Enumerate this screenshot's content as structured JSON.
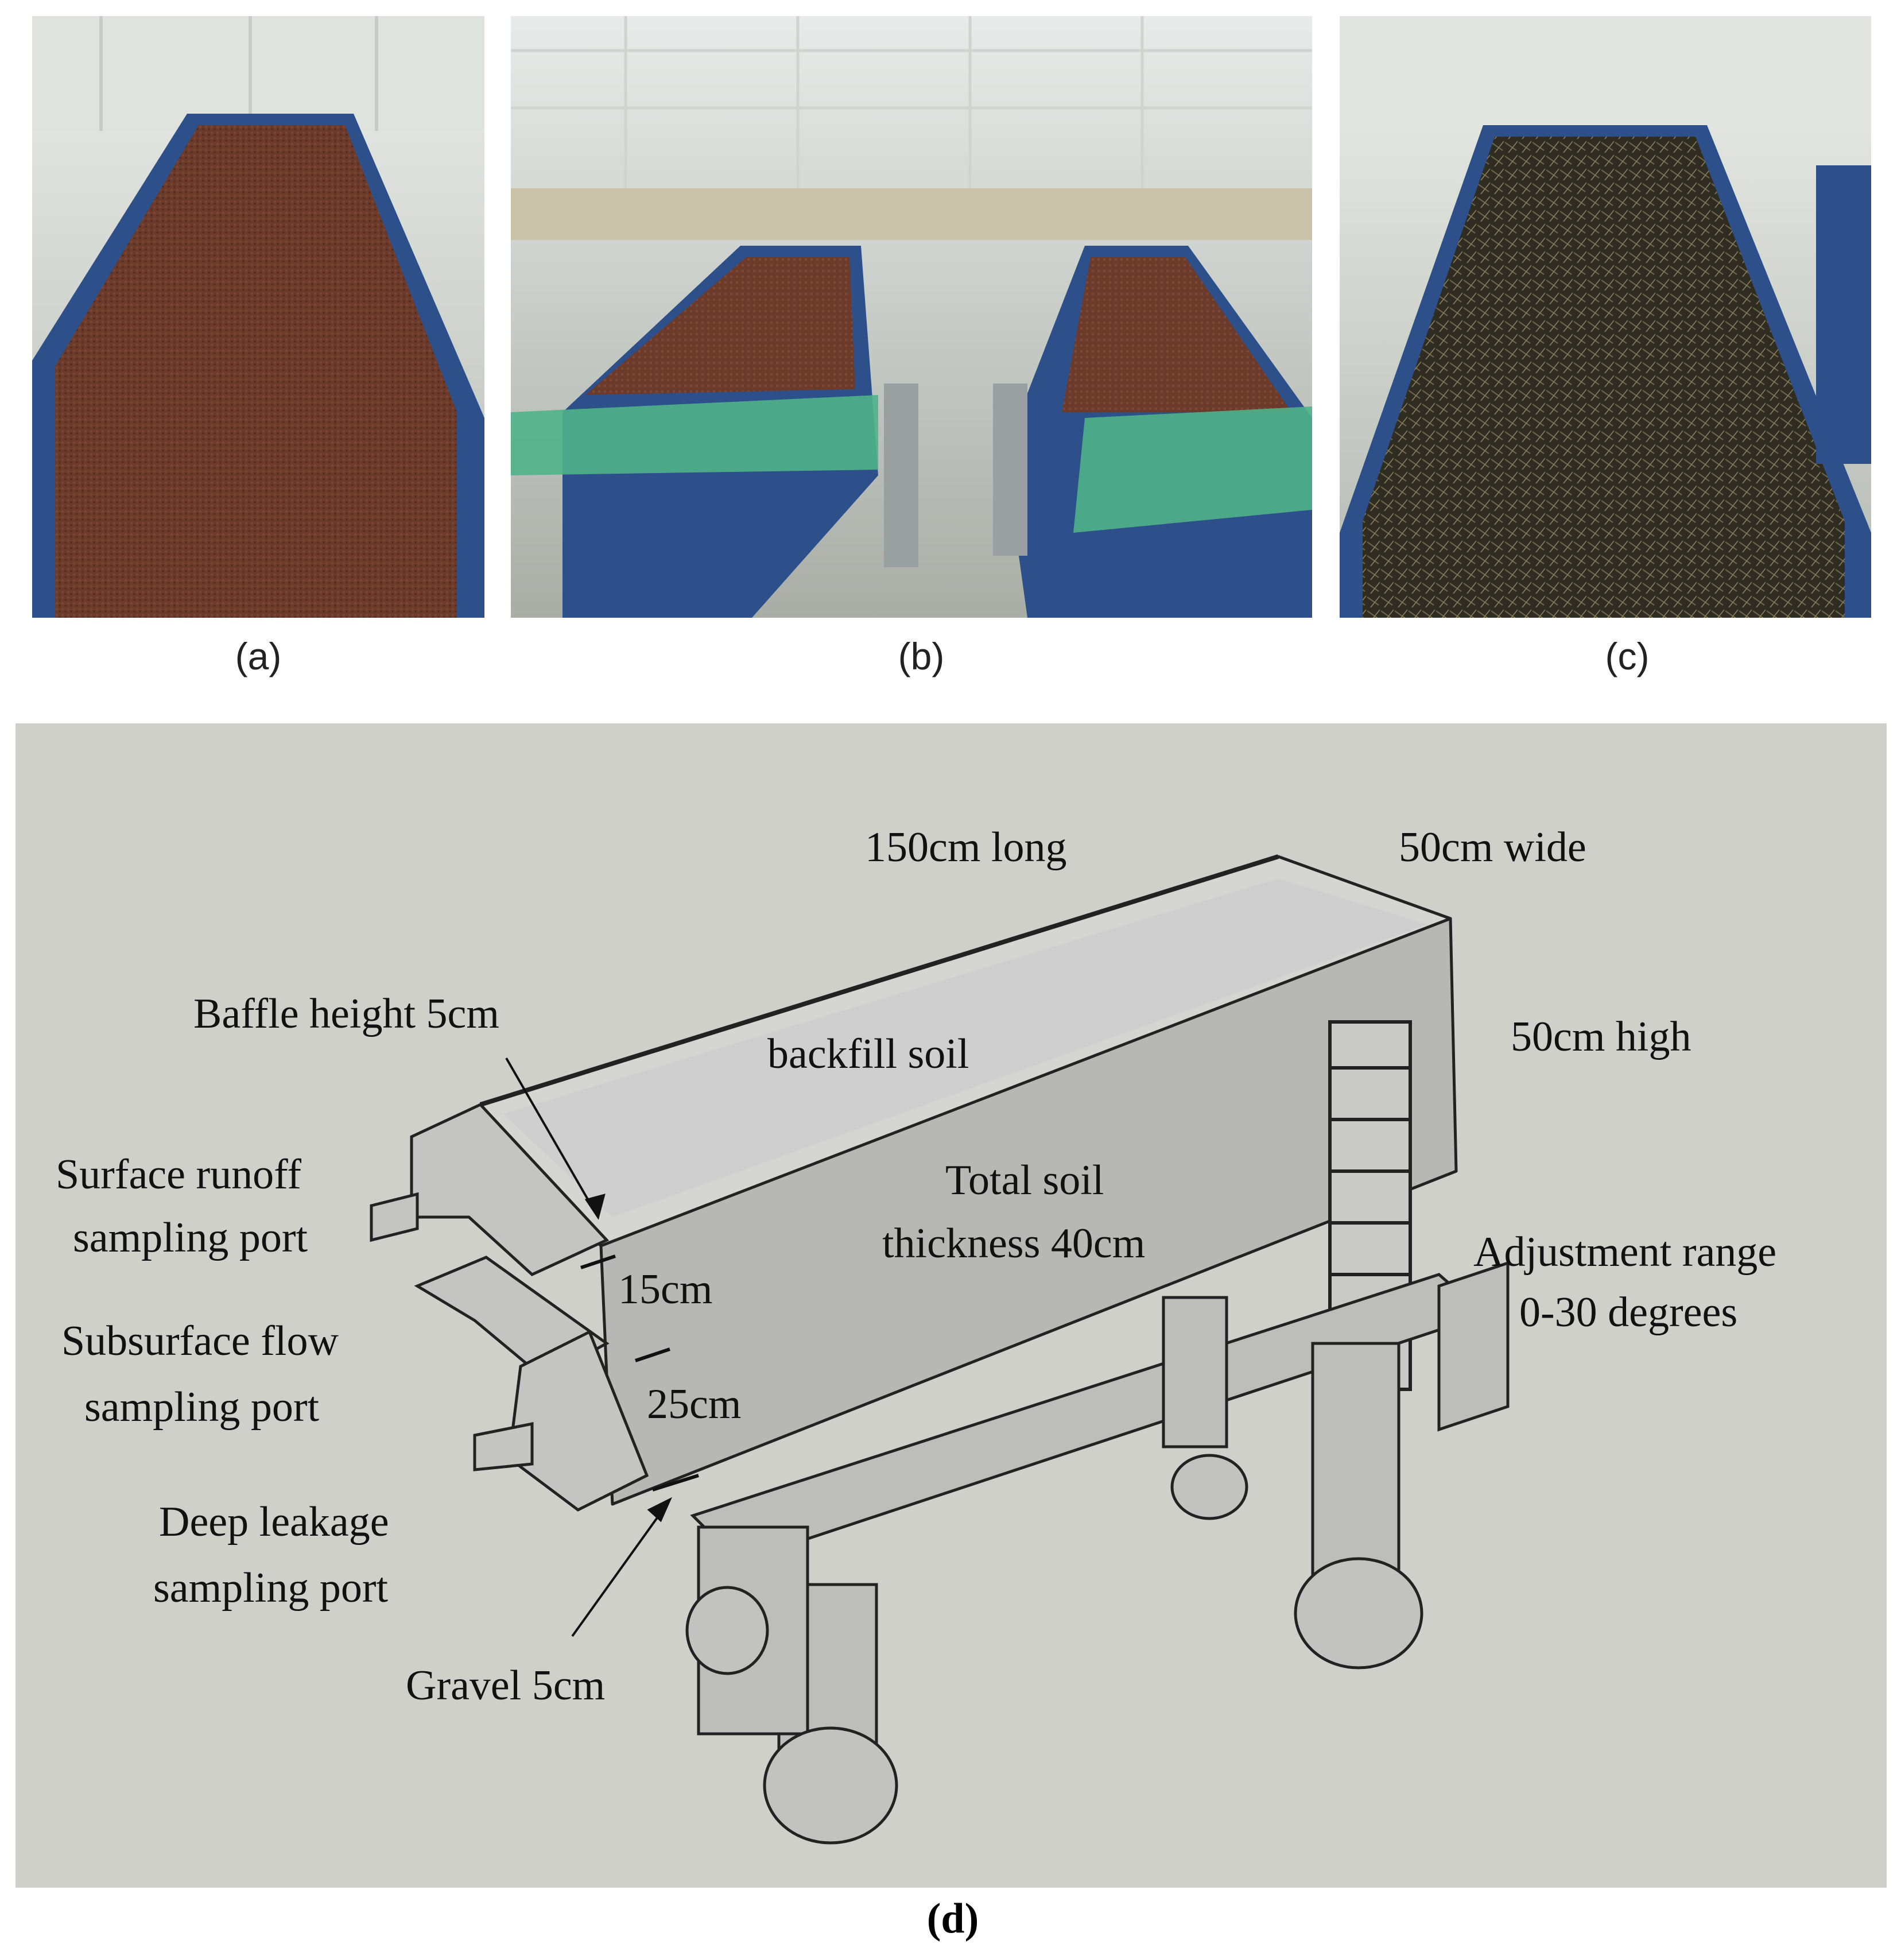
{
  "panels": {
    "a": {
      "label": "(a)"
    },
    "b": {
      "label": "(b)"
    },
    "c": {
      "label": "(c)"
    },
    "d": {
      "label": "(d)"
    }
  },
  "diagram": {
    "length": "150cm long",
    "width": "50cm wide",
    "height": "50cm high",
    "baffle": "Baffle height 5cm",
    "backfill": "backfill soil",
    "total_soil_1": "Total soil",
    "total_soil_2": "thickness 40cm",
    "surface_1": "Surface runoff",
    "surface_2": "sampling port",
    "layer_15": "15cm",
    "subsurface_1": "Subsurface flow",
    "subsurface_2": "sampling port",
    "layer_25": "25cm",
    "deep_1": "Deep leakage",
    "deep_2": "sampling port",
    "gravel": "Gravel 5cm",
    "adjust_1": "Adjustment range",
    "adjust_2": "0-30 degrees"
  },
  "colors": {
    "soil": "#6b3a2a",
    "tank_blue": "#2d4f8a",
    "straw": "#3a3626",
    "diagram_bg": "#d0d0cb",
    "metal": "#b9b9b9"
  }
}
